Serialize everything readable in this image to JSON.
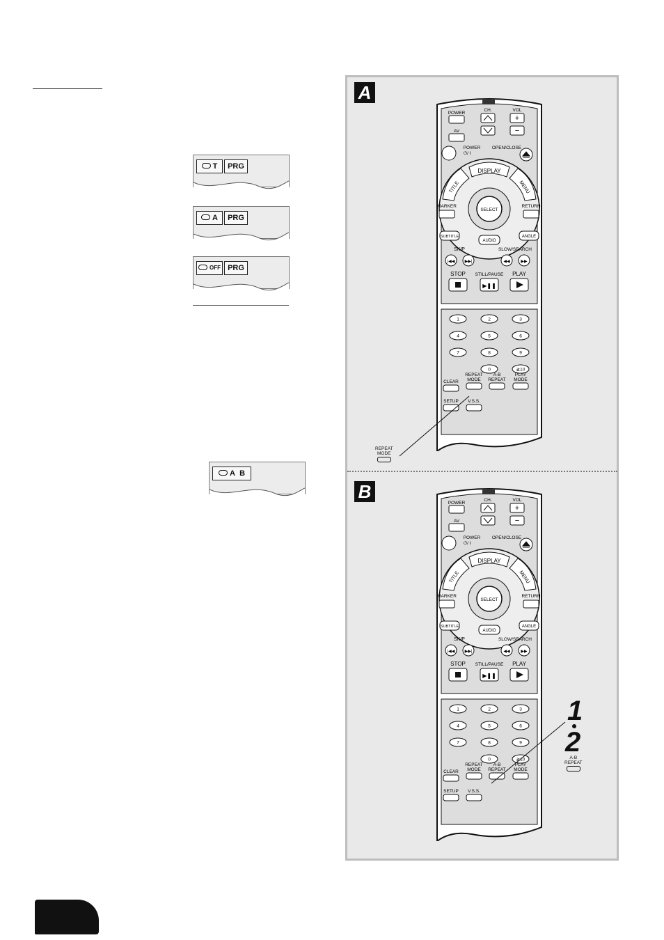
{
  "osd": {
    "t_prg": {
      "mode": "T",
      "prg": "PRG"
    },
    "a_prg": {
      "mode": "A",
      "prg": "PRG"
    },
    "off_prg": {
      "mode": "OFF",
      "prg": "PRG"
    },
    "ab": {
      "a": "A",
      "b": "B"
    }
  },
  "panels": [
    {
      "label": "A",
      "callout": [
        "REPEAT",
        "MODE"
      ]
    },
    {
      "label": "B",
      "callout": [
        "A-B",
        "REPEAT"
      ],
      "steps": [
        "1",
        "2"
      ]
    }
  ],
  "remote": {
    "power": "POWER",
    "ch": "CH.",
    "vol": "VOL",
    "av": "AV",
    "power2": "POWER",
    "power2_sym": "⏻/ I",
    "open_close": "OPEN/CLOSE",
    "display": "DISPLAY",
    "title": "TITLE",
    "menu": "MENU",
    "select": "SELECT",
    "marker": "MARKER",
    "return": "RETURN",
    "subtitle": "SUBTITLE",
    "audio": "AUDIO",
    "angle": "ANGLE",
    "skip": "SKIP",
    "slow_search": "SLOW/SEARCH",
    "stop": "STOP",
    "still_pause": "STILL/PAUSE",
    "play": "PLAY",
    "digits": [
      "1",
      "2",
      "3",
      "4",
      "5",
      "6",
      "7",
      "8",
      "9",
      "0",
      "≧10"
    ],
    "clear": "CLEAR",
    "repeat_mode": [
      "REPEAT",
      "MODE"
    ],
    "ab_repeat": [
      "A-B",
      "REPEAT"
    ],
    "play_mode": [
      "PLAY",
      "MODE"
    ],
    "setup": "SETUP",
    "vss": "V.S.S."
  }
}
